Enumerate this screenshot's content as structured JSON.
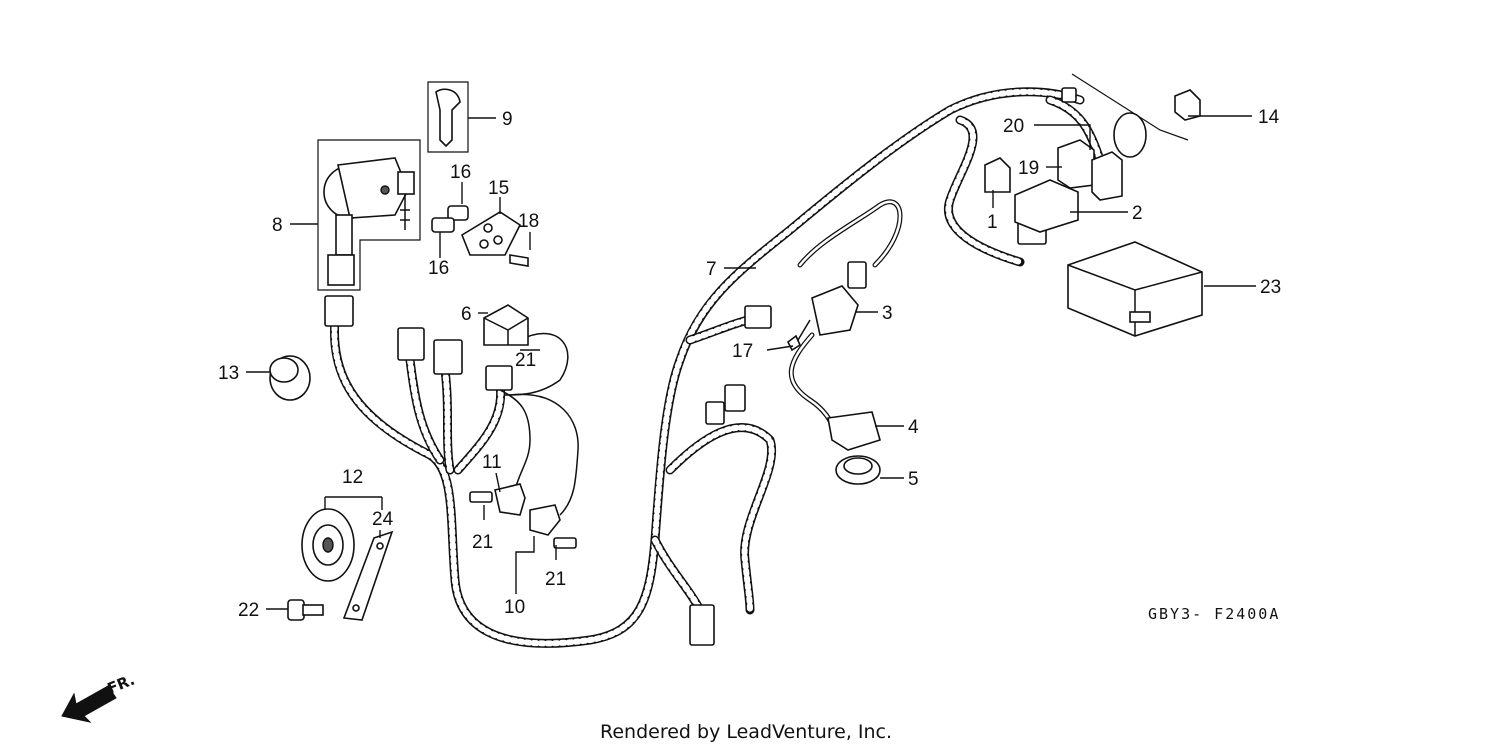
{
  "diagram": {
    "code": "GBY3- F2400A",
    "credit": "Rendered by LeadVenture, Inc.",
    "direction_label": "FR.",
    "callouts": {
      "c1": "1",
      "c2": "2",
      "c3": "3",
      "c4": "4",
      "c5": "5",
      "c6": "6",
      "c7": "7",
      "c8": "8",
      "c9": "9",
      "c10": "10",
      "c11": "11",
      "c12": "12",
      "c13": "13",
      "c14": "14",
      "c15": "15",
      "c16a": "16",
      "c16b": "16",
      "c17": "17",
      "c18": "18",
      "c19": "19",
      "c20": "20",
      "c21a": "21",
      "c21b": "21",
      "c21c": "21",
      "c22": "22",
      "c23": "23",
      "c24": "24"
    }
  }
}
